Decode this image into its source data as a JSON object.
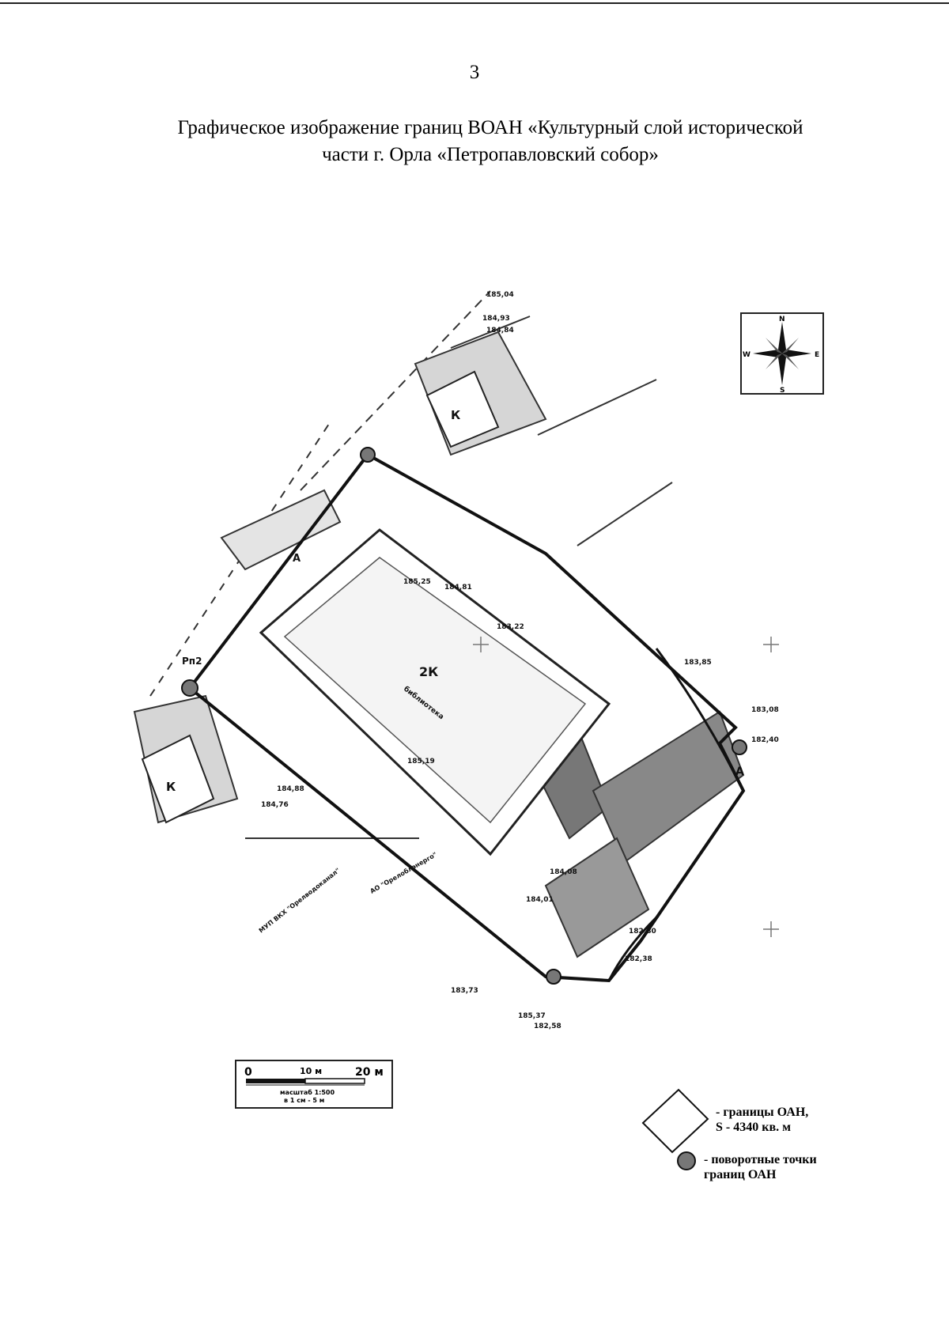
{
  "page_number": "3",
  "title": {
    "line1": "Графическое изображение границ ВОАН «Культурный слой исторической",
    "line2": "части г. Орла «Петропавловский собор»"
  },
  "compass": {
    "n": "N",
    "s": "S",
    "w": "W",
    "e": "E",
    "icon": "compass-rose-icon"
  },
  "elevations": [
    "185,04",
    "184,93",
    "184,84",
    "183,08",
    "182,40",
    "183,85",
    "183,73",
    "185,37",
    "182,58",
    "184,01",
    "184,08",
    "182,80",
    "182,38",
    "184,88",
    "184,76",
    "185,19",
    "185,25",
    "184,81",
    "183,22"
  ],
  "plan_labels": {
    "building_main": "2К",
    "building_main_sub": "библиотека",
    "building_small": "К",
    "mark_a": "А",
    "mark_rp": "Рп2",
    "utility_label": "МУП ВКХ \"Орелводоканал\"",
    "utility_label2": "АО \"Орелоблэнерго\""
  },
  "scale": {
    "tick_0": "0",
    "tick_10": "10 м",
    "tick_20": "20 м",
    "caption1": "масштаб 1:500",
    "caption2": "в 1 см - 5 м"
  },
  "legend": {
    "boundary_line1": "- границы ОАН,",
    "boundary_line2": "S - 4340 кв. м",
    "points_line1": "- поворотные точки",
    "points_line2": "границ ОАН"
  }
}
